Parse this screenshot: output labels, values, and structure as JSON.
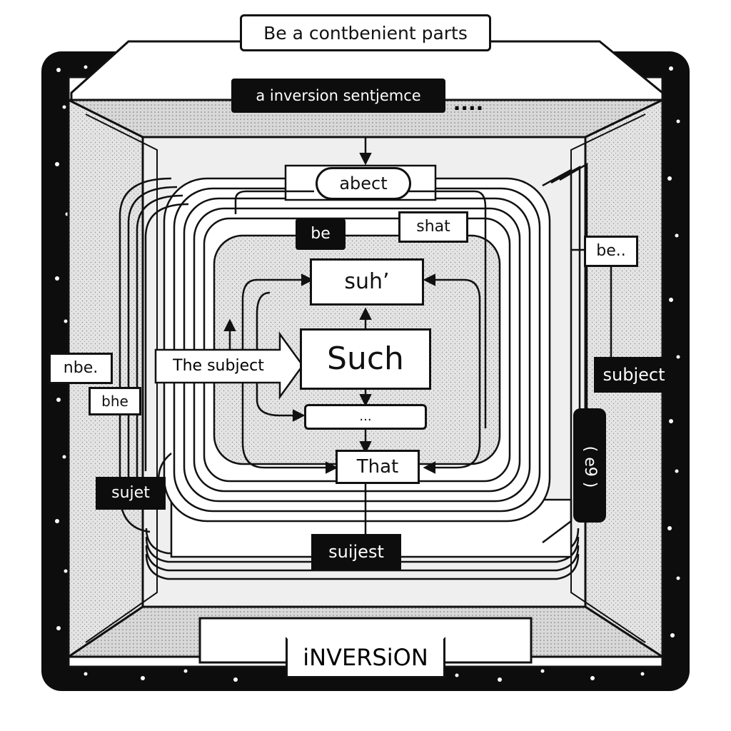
{
  "title": "Be a contbenient parts",
  "subtitle": "a inversion sentjemce",
  "subtitle_trail": "....",
  "footer": "iNVERSiON",
  "nodes": {
    "top_pill": "abect",
    "be_dark": "be",
    "shat": "shat",
    "suh": "suh’",
    "such": "Such",
    "ellipsis_box": "...",
    "that": "That",
    "subject_arrow": "The subject",
    "bottom_dark": "suijest"
  },
  "side_labels": {
    "right_be": "be..",
    "right_subject": "subject",
    "right_vertical": "( e9 )",
    "left_nbe": "nbe.",
    "left_bhe": "bhe",
    "left_sujet": "sujet"
  },
  "colors": {
    "ink": "#0d0d0d",
    "paper": "#ffffff",
    "shade": "#dcdcdc",
    "frame": "#0d0d0d"
  }
}
